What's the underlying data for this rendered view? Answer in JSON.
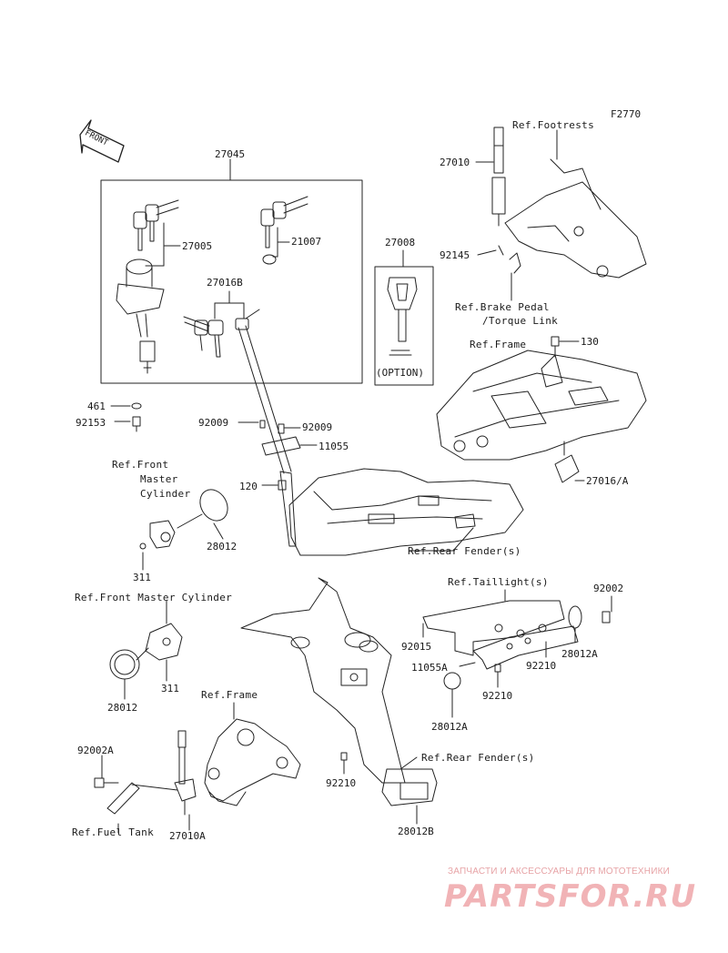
{
  "figure_code": "F2770",
  "front_arrow": "FRONT",
  "option_label": "(OPTION)",
  "labels": {
    "p27045": "27045",
    "p27005": "27005",
    "p21007": "21007",
    "p27016B": "27016B",
    "p27008": "27008",
    "p27010": "27010",
    "p92145": "92145",
    "p130": "130",
    "p461": "461",
    "p92153": "92153",
    "p92009a": "92009",
    "p92009b": "92009",
    "p11055": "11055",
    "p120": "120",
    "p27016A": "27016/A",
    "p28012a": "28012",
    "p311a": "311",
    "p311b": "311",
    "p28012b": "28012",
    "p92002": "92002",
    "p92015": "92015",
    "p28012A": "28012A",
    "p11055A": "11055A",
    "p92210a": "92210",
    "p92210b": "92210",
    "p28012A2": "28012A",
    "p92002A": "92002A",
    "p92210c": "92210",
    "p27010A": "27010A",
    "p28012B": "28012B"
  },
  "refs": {
    "footrests": "Ref.Footrests",
    "brake_pedal_1": "Ref.Brake Pedal",
    "brake_pedal_2": "/Torque Link",
    "frame_top": "Ref.Frame",
    "rear_fender_top": "Ref.Rear Fender(s)",
    "front_master_1": "Ref.Front",
    "front_master_2": "Master",
    "front_master_3": "Cylinder",
    "front_master_full": "Ref.Front Master Cylinder",
    "taillight": "Ref.Taillight(s)",
    "frame_bottom": "Ref.Frame",
    "rear_fender_bottom": "Ref.Rear Fender(s)",
    "fuel_tank": "Ref.Fuel Tank"
  },
  "watermark": {
    "subtitle": "ЗАПЧАСТИ И АКСЕССУАРЫ ДЛЯ МОТОТЕХНИКИ",
    "brand": "PARTSFOR.RU",
    "color": "#f1b3b6"
  }
}
